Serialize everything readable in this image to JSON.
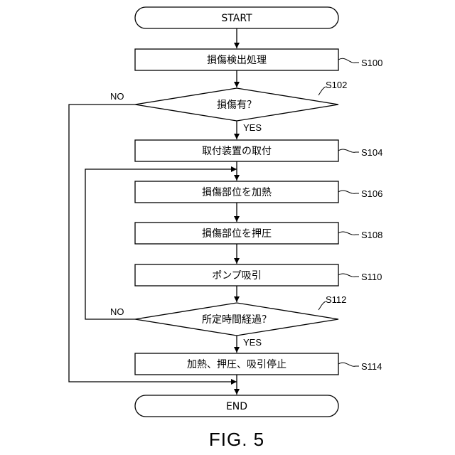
{
  "nodes": {
    "start": "START",
    "s100": "損傷検出処理",
    "s102": "損傷有？",
    "s104": "取付装置の取付",
    "s106": "損傷部位を加熱",
    "s108": "損傷部位を押圧",
    "s110": "ポンプ吸引",
    "s112": "所定時間経過？",
    "s114": "加熱、押圧、吸引停止",
    "end": "END"
  },
  "refs": {
    "s100": "S100",
    "s102": "S102",
    "s104": "S104",
    "s106": "S106",
    "s108": "S108",
    "s110": "S110",
    "s112": "S112",
    "s114": "S114"
  },
  "branches": {
    "s102_no": "NO",
    "s102_yes": "YES",
    "s112_no": "NO",
    "s112_yes": "YES"
  },
  "figure_label": "FIG. 5"
}
